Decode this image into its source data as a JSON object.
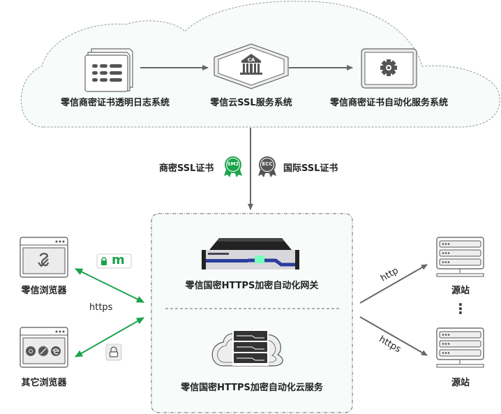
{
  "cloud": {
    "systems": [
      {
        "label": "零信商密证书透明日志系统",
        "icon": "log-documents-icon"
      },
      {
        "label": "零信云SSL服务系统",
        "icon": "ca-bank-icon"
      },
      {
        "label": "零信商密证书自动化服务系统",
        "icon": "gear-icon"
      }
    ]
  },
  "certificates": {
    "left_label": "商密SSL证书",
    "left_badge": "SM2",
    "right_badge": "ECC",
    "right_label": "国际SSL证书",
    "colors": {
      "sm2": "#1aa34a",
      "ecc": "#555555"
    }
  },
  "center": {
    "gateway_label": "零信国密HTTPS加密自动化网关",
    "cloud_service_label": "零信国密HTTPS加密自动化云服务"
  },
  "clients": {
    "zx_browser_label": "零信浏览器",
    "other_browser_label": "其它浏览器",
    "protocol": "https",
    "zx_badge_text": "m",
    "accent": "#1aa34a"
  },
  "origins": {
    "top_label": "源站",
    "bottom_label": "源站",
    "top_protocol": "http",
    "bottom_protocol": "https",
    "ellipsis": "⋮"
  }
}
